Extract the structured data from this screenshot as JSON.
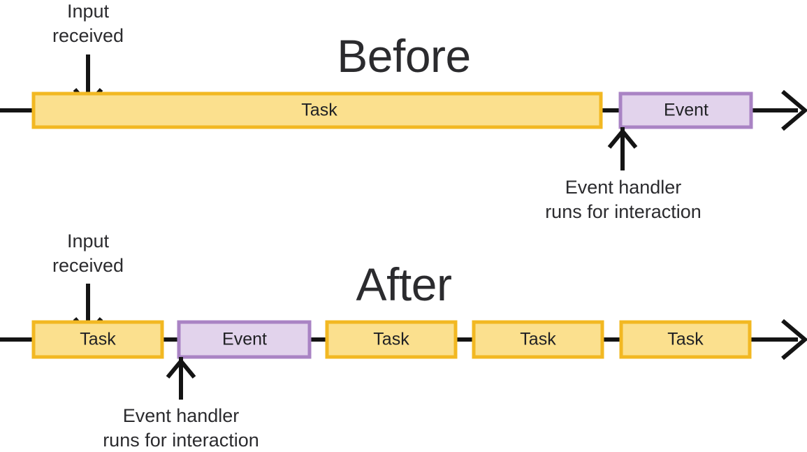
{
  "diagram": {
    "title_before": "Before",
    "title_after": "After",
    "labels": {
      "task": "Task",
      "event": "Event"
    },
    "annotations": {
      "input_received_line1": "Input",
      "input_received_line2": "received",
      "event_handler_line1": "Event handler",
      "event_handler_line2": "runs for interaction"
    },
    "colors": {
      "task_fill": "#fbe08e",
      "task_stroke": "#f2b822",
      "event_fill": "#e2d3ec",
      "event_stroke": "#a983c4",
      "line": "#141414",
      "text": "#2b2b2e",
      "background": "#ffffff"
    },
    "before": {
      "title": "Before",
      "blocks": [
        {
          "type": "task",
          "label": "Task"
        },
        {
          "type": "event",
          "label": "Event"
        }
      ]
    },
    "after": {
      "title": "After",
      "blocks": [
        {
          "type": "task",
          "label": "Task"
        },
        {
          "type": "event",
          "label": "Event"
        },
        {
          "type": "task",
          "label": "Task"
        },
        {
          "type": "task",
          "label": "Task"
        },
        {
          "type": "task",
          "label": "Task"
        }
      ]
    }
  }
}
